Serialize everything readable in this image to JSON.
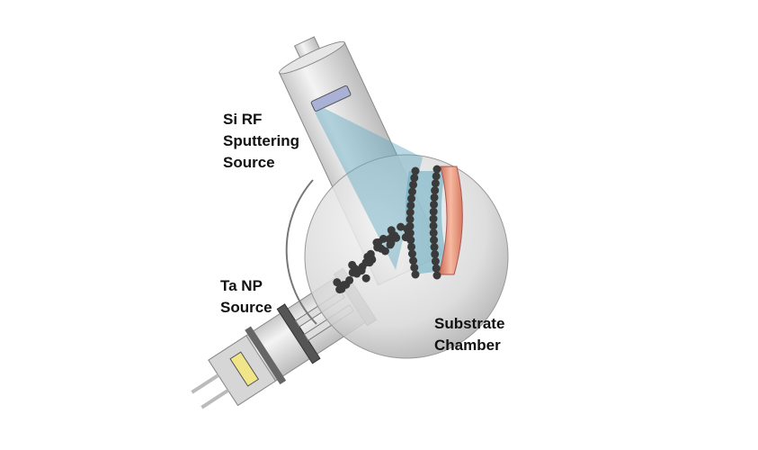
{
  "labels": {
    "sputter_source": [
      "Si RF",
      "Sputtering",
      "Source"
    ],
    "np_source": [
      "Ta NP",
      "Source"
    ],
    "chamber": [
      "Substrate",
      "Chamber"
    ]
  },
  "colors": {
    "substrate": "#e8937a",
    "plume": "#5fa9c0",
    "nanoparticle": "#3a3a3a",
    "target": "#a9b2d6",
    "np_target": "#f1e58a"
  }
}
